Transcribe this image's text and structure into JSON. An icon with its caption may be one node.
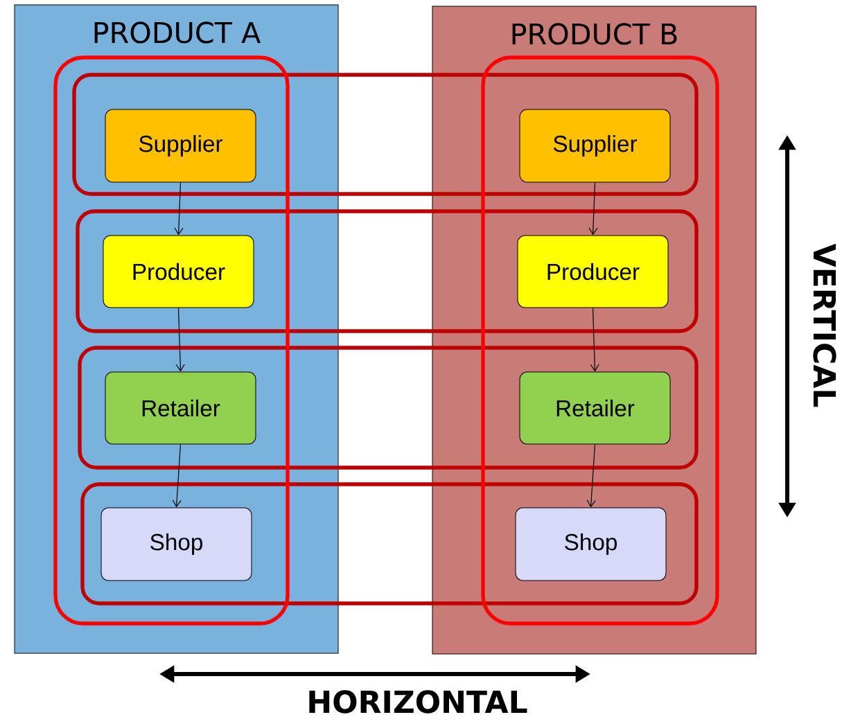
{
  "diagram": {
    "nodes": [
      {
        "text": [
          "PRODUCT A"
        ]
      },
      {
        "text": [
          "PRODUCT B"
        ]
      },
      {
        "text": [
          "Supplier"
        ],
        "in": 0
      },
      {
        "text": [
          "Producer"
        ],
        "in": 0
      },
      {
        "text": [
          "Retailer"
        ],
        "in": 0
      },
      {
        "text": [
          "Shop"
        ],
        "in": 0
      },
      {
        "text": [
          "Supplier"
        ],
        "in": 1
      },
      {
        "text": [
          "Producer"
        ],
        "in": 1
      },
      {
        "text": [
          "Retailer"
        ],
        "in": 1
      },
      {
        "text": [
          "Shop"
        ],
        "in": 1
      }
    ],
    "edges": [
      {
        "from": 2,
        "to": 3,
        "arrow": "to"
      },
      {
        "from": 3,
        "to": 4,
        "arrow": "to"
      },
      {
        "from": 4,
        "to": 5,
        "arrow": "to"
      },
      {
        "from": 6,
        "to": 7,
        "arrow": "to"
      },
      {
        "from": 7,
        "to": 8,
        "arrow": "to"
      },
      {
        "from": 8,
        "to": 9,
        "arrow": "to"
      }
    ],
    "labels": [
      "VERTICAL",
      "HORIZONTAL"
    ]
  }
}
